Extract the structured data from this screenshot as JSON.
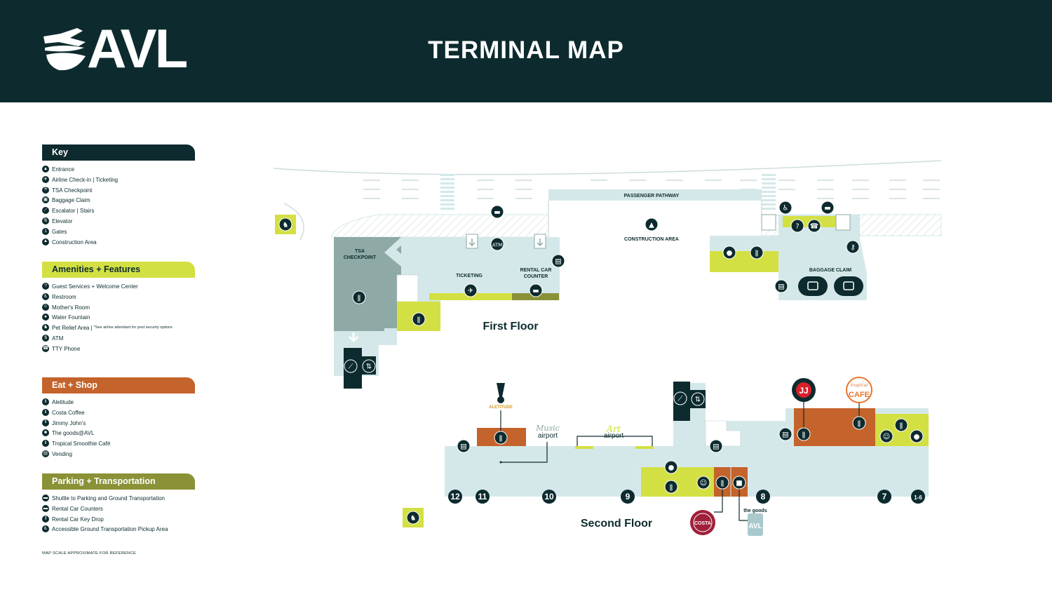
{
  "header": {
    "logo_text": "AVL",
    "title": "TERMINAL MAP"
  },
  "colors": {
    "navy": "#0d2b2e",
    "lime": "#d3e043",
    "orange": "#c4632b",
    "olive": "#8a9136",
    "pale_blue": "#d5e8e9",
    "tsa_gray": "#8fa9a6"
  },
  "legend": {
    "key": {
      "title": "Key",
      "items": [
        {
          "label": "Entrance",
          "icon": "entrance-icon",
          "glyph": "▲"
        },
        {
          "label": "Airline Check-in | Ticketing",
          "icon": "airline-checkin-icon",
          "glyph": "✈"
        },
        {
          "label": "TSA Checkpoint",
          "icon": "tsa-checkpoint-icon",
          "glyph": "⛨"
        },
        {
          "label": "Baggage Claim",
          "icon": "baggage-claim-icon",
          "glyph": "▣"
        },
        {
          "label": "Escalator | Stairs",
          "icon": "escalator-icon",
          "glyph": "⟋"
        },
        {
          "label": "Elevator",
          "icon": "elevator-icon",
          "glyph": "⇅"
        },
        {
          "label": "Gates",
          "icon": "gates-icon",
          "glyph": "1"
        },
        {
          "label": "Construction Area",
          "icon": "construction-icon",
          "glyph": "▲"
        }
      ]
    },
    "amenities": {
      "title": "Amenities + Features",
      "items": [
        {
          "label": "Guest Services + Welcome Center",
          "icon": "guest-services-icon",
          "glyph": "?"
        },
        {
          "label": "Restroom",
          "icon": "restroom-icon",
          "glyph": "♿"
        },
        {
          "label": "Mother's Room",
          "icon": "mothers-room-icon",
          "glyph": "☺"
        },
        {
          "label": "Water Fountain",
          "icon": "water-fountain-icon",
          "glyph": "●"
        },
        {
          "label": "Pet Relief Area | ",
          "note": "*See airline attendant for post security options",
          "icon": "pet-relief-icon",
          "glyph": "♞"
        },
        {
          "label": "ATM",
          "icon": "atm-icon",
          "glyph": "$"
        },
        {
          "label": "TTY Phone",
          "icon": "tty-phone-icon",
          "glyph": "☎"
        }
      ]
    },
    "eat_shop": {
      "title": "Eat + Shop",
      "items": [
        {
          "label": "Aletitude",
          "icon": "dining-icon",
          "glyph": "ǁ"
        },
        {
          "label": "Costa Coffee",
          "icon": "dining-icon",
          "glyph": "ǁ"
        },
        {
          "label": "Jimmy John's",
          "icon": "dining-icon",
          "glyph": "ǁ"
        },
        {
          "label": "The goods@AVL",
          "icon": "shopping-bag-icon",
          "glyph": "■"
        },
        {
          "label": "Tropical Smoothie Café",
          "icon": "dining-icon",
          "glyph": "ǁ"
        },
        {
          "label": "Vending",
          "icon": "vending-icon",
          "glyph": "▤"
        }
      ]
    },
    "parking": {
      "title": "Parking + Transportation",
      "items": [
        {
          "label": "Shuttle to Parking and Ground Transportation",
          "icon": "shuttle-icon",
          "glyph": "▬"
        },
        {
          "label": "Rental Car Counters",
          "icon": "rental-car-icon",
          "glyph": "▬"
        },
        {
          "label": "Rental Car Key Drop",
          "icon": "key-drop-icon",
          "glyph": "⚷"
        },
        {
          "label": "Accessible Ground Transportation Pickup Area",
          "icon": "accessible-pickup-icon",
          "glyph": "♿"
        }
      ]
    },
    "scale_note": "MAP SCALE APPROXIMATE FOR REFERENCE"
  },
  "map": {
    "first_floor": {
      "title": "First Floor",
      "labels": {
        "passenger_pathway": "PASSENGER PATHWAY",
        "construction_area": "CONSTRUCTION AREA",
        "tsa_line1": "TSA",
        "tsa_line2": "CHECKPOINT",
        "ticketing": "TICKETING",
        "rental_line1": "RENTAL CAR",
        "rental_line2": "COUNTER",
        "baggage_claim": "BAGGAGE CLAIM",
        "atm": "ATM"
      }
    },
    "second_floor": {
      "title": "Second Floor",
      "gates": [
        "12",
        "11",
        "10",
        "9",
        "8",
        "7",
        "1-6"
      ],
      "brands": {
        "aletitude": "ALETITUDE",
        "music_line1": "Music",
        "music_line2": "airport",
        "art_line1": "Art",
        "art_line2": "airport",
        "jimmy_johns": "JJ",
        "tropical_line1": "tropical",
        "tropical_line2": "CAFE",
        "costa": "COSTA",
        "goods_line1": "the goods",
        "goods_line2": "AVL"
      }
    }
  }
}
